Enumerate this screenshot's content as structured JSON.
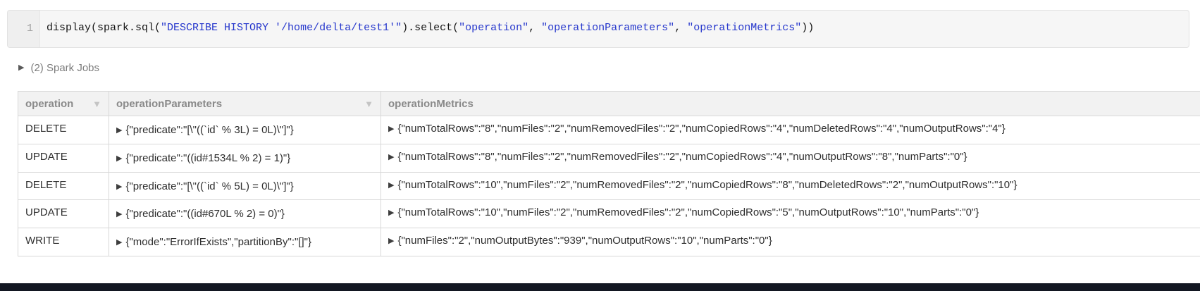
{
  "code_cell": {
    "line_number": "1",
    "segments": [
      {
        "type": "plain",
        "text": "display(spark.sql("
      },
      {
        "type": "string",
        "text": "\"DESCRIBE HISTORY '/home/delta/test1'\""
      },
      {
        "type": "plain",
        "text": ").select("
      },
      {
        "type": "string",
        "text": "\"operation\""
      },
      {
        "type": "plain",
        "text": ", "
      },
      {
        "type": "string",
        "text": "\"operationParameters\""
      },
      {
        "type": "plain",
        "text": ", "
      },
      {
        "type": "string",
        "text": "\"operationMetrics\""
      },
      {
        "type": "plain",
        "text": "))"
      }
    ]
  },
  "spark_jobs": {
    "label": "(2) Spark Jobs"
  },
  "icons": {
    "collapsed_expander": "▶",
    "cell_expander": "▶",
    "sort_dropdown": "▼"
  },
  "table": {
    "columns": [
      {
        "label": "operation",
        "sortable": true
      },
      {
        "label": "operationParameters",
        "sortable": true
      },
      {
        "label": "operationMetrics",
        "sortable": false
      }
    ],
    "rows": [
      {
        "operation": "DELETE",
        "parameters": "{\"predicate\":\"[\\\"((`id` % 3L) = 0L)\\\"]\"}",
        "metrics": "{\"numTotalRows\":\"8\",\"numFiles\":\"2\",\"numRemovedFiles\":\"2\",\"numCopiedRows\":\"4\",\"numDeletedRows\":\"4\",\"numOutputRows\":\"4\"}"
      },
      {
        "operation": "UPDATE",
        "parameters": "{\"predicate\":\"((id#1534L % 2) = 1)\"}",
        "metrics": "{\"numTotalRows\":\"8\",\"numFiles\":\"2\",\"numRemovedFiles\":\"2\",\"numCopiedRows\":\"4\",\"numOutputRows\":\"8\",\"numParts\":\"0\"}"
      },
      {
        "operation": "DELETE",
        "parameters": "{\"predicate\":\"[\\\"((`id` % 5L) = 0L)\\\"]\"}",
        "metrics": "{\"numTotalRows\":\"10\",\"numFiles\":\"2\",\"numRemovedFiles\":\"2\",\"numCopiedRows\":\"8\",\"numDeletedRows\":\"2\",\"numOutputRows\":\"10\"}"
      },
      {
        "operation": "UPDATE",
        "parameters": "{\"predicate\":\"((id#670L % 2) = 0)\"}",
        "metrics": "{\"numTotalRows\":\"10\",\"numFiles\":\"2\",\"numRemovedFiles\":\"2\",\"numCopiedRows\":\"5\",\"numOutputRows\":\"10\",\"numParts\":\"0\"}"
      },
      {
        "operation": "WRITE",
        "parameters": "{\"mode\":\"ErrorIfExists\",\"partitionBy\":\"[]\"}",
        "metrics": "{\"numFiles\":\"2\",\"numOutputBytes\":\"939\",\"numOutputRows\":\"10\",\"numParts\":\"0\"}"
      }
    ]
  },
  "colors": {
    "string_token": "#2536cc",
    "header_bg": "#f2f2f2",
    "header_text": "#8a8a8a",
    "grid_border": "#d8d8d8",
    "bottom_bar": "#131722"
  }
}
